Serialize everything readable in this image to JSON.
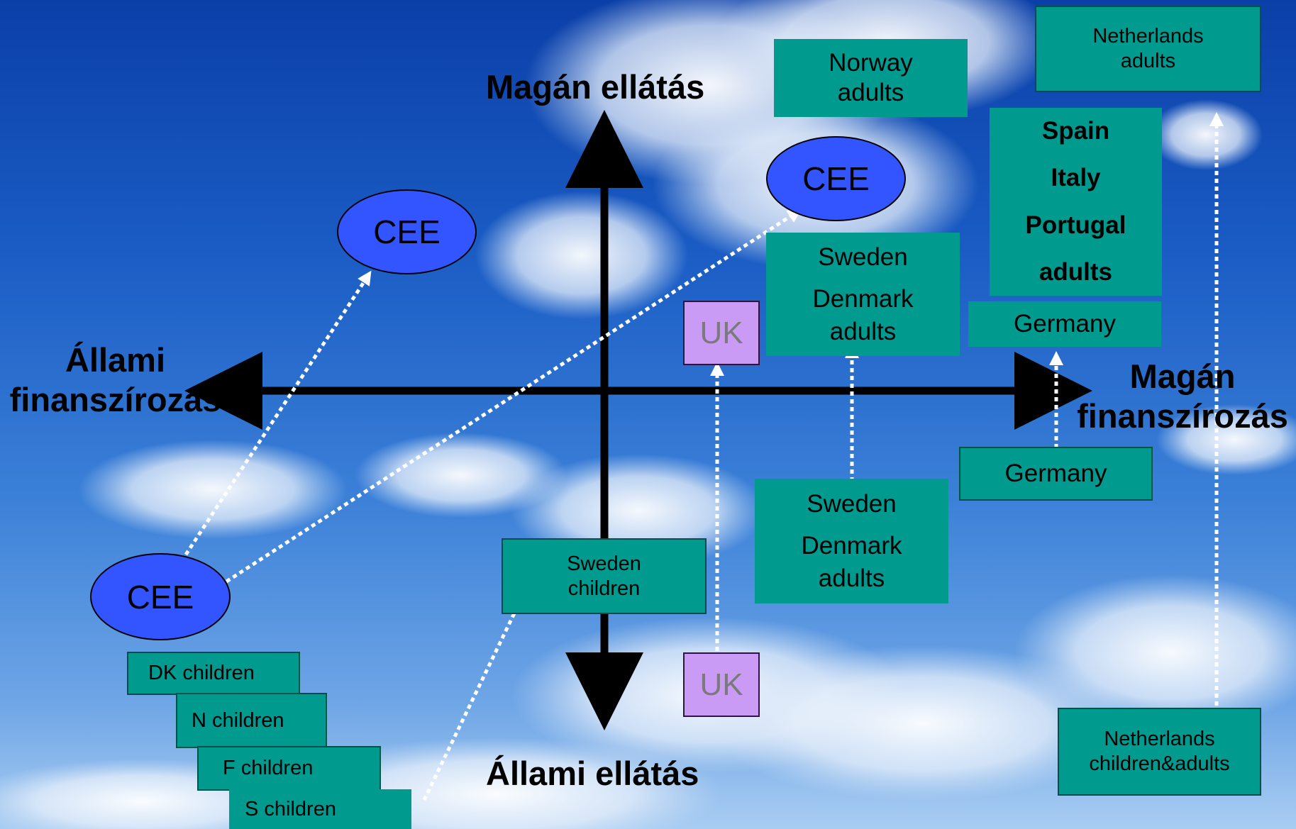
{
  "axes": {
    "top": "Magán ellátás",
    "bottom": "Állami ellátás",
    "left_line1": "Állami",
    "left_line2": "finanszírozás",
    "right_line1": "Magán",
    "right_line2": "finanszírozás"
  },
  "boxes": {
    "norway_adults": [
      "Norway",
      "adults"
    ],
    "netherlands_adults": [
      "Netherlands",
      "adults"
    ],
    "spain_group": [
      "Spain",
      "Italy",
      "Portugal",
      "adults"
    ],
    "germany_top": "Germany",
    "sweden_denmark_top": [
      "Sweden",
      "Denmark",
      "adults"
    ],
    "sweden_denmark_bottom": [
      "Sweden",
      "Denmark",
      "adults"
    ],
    "germany_bottom": "Germany",
    "sweden_children": [
      "Sweden",
      "children"
    ],
    "netherlands_children_adults": [
      "Netherlands",
      "children&adults"
    ],
    "dk_children": "DK children",
    "n_children": "N children",
    "f_children": "F children",
    "s_children": "S children"
  },
  "uk_label": "UK",
  "cee_label": "CEE",
  "colors": {
    "box_fill": "#009a8f",
    "uk_fill": "#c99bf5",
    "cee_fill": "#3355ff",
    "axis": "#000000",
    "arrow_dotted": "#ffffff"
  }
}
